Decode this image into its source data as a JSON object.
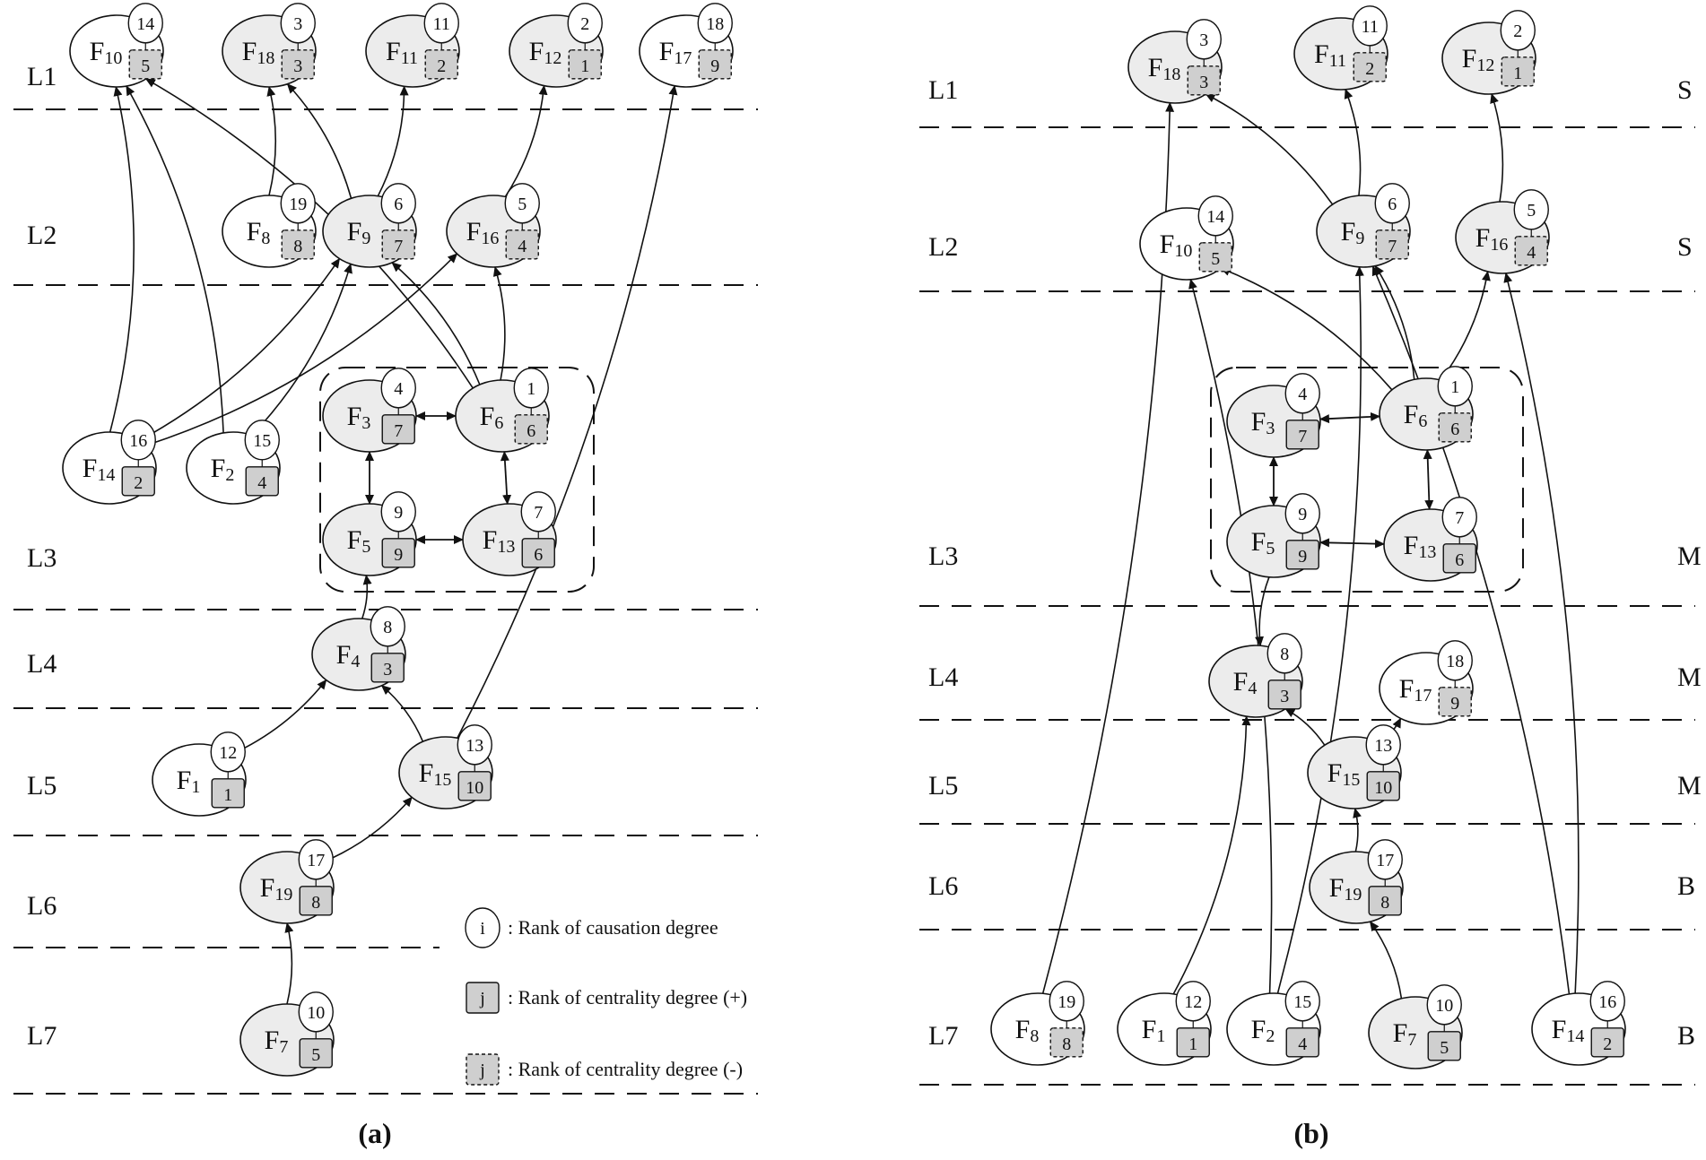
{
  "panels": [
    {
      "id": "a",
      "caption": "(a)",
      "levels": [
        "L1",
        "L2",
        "L3",
        "L4",
        "L5",
        "L6",
        "L7"
      ],
      "classes": [],
      "nodes": [
        {
          "id": "F10",
          "label": "F",
          "sub": "10",
          "causation": "14",
          "centrality": "5",
          "sign": "-",
          "shade": "white"
        },
        {
          "id": "F18",
          "label": "F",
          "sub": "18",
          "causation": "3",
          "centrality": "3",
          "sign": "-",
          "shade": "gray"
        },
        {
          "id": "F11",
          "label": "F",
          "sub": "11",
          "causation": "11",
          "centrality": "2",
          "sign": "-",
          "shade": "gray"
        },
        {
          "id": "F12",
          "label": "F",
          "sub": "12",
          "causation": "2",
          "centrality": "1",
          "sign": "-",
          "shade": "gray"
        },
        {
          "id": "F17",
          "label": "F",
          "sub": "17",
          "causation": "18",
          "centrality": "9",
          "sign": "-",
          "shade": "white"
        },
        {
          "id": "F8",
          "label": "F",
          "sub": "8",
          "causation": "19",
          "centrality": "8",
          "sign": "-",
          "shade": "white"
        },
        {
          "id": "F9",
          "label": "F",
          "sub": "9",
          "causation": "6",
          "centrality": "7",
          "sign": "-",
          "shade": "gray"
        },
        {
          "id": "F16",
          "label": "F",
          "sub": "16",
          "causation": "5",
          "centrality": "4",
          "sign": "-",
          "shade": "gray"
        },
        {
          "id": "F3",
          "label": "F",
          "sub": "3",
          "causation": "4",
          "centrality": "7",
          "sign": "+",
          "shade": "gray"
        },
        {
          "id": "F6",
          "label": "F",
          "sub": "6",
          "causation": "1",
          "centrality": "6",
          "sign": "-",
          "shade": "gray"
        },
        {
          "id": "F14",
          "label": "F",
          "sub": "14",
          "causation": "16",
          "centrality": "2",
          "sign": "+",
          "shade": "white"
        },
        {
          "id": "F2",
          "label": "F",
          "sub": "2",
          "causation": "15",
          "centrality": "4",
          "sign": "+",
          "shade": "white"
        },
        {
          "id": "F5",
          "label": "F",
          "sub": "5",
          "causation": "9",
          "centrality": "9",
          "sign": "+",
          "shade": "gray"
        },
        {
          "id": "F13",
          "label": "F",
          "sub": "13",
          "causation": "7",
          "centrality": "6",
          "sign": "+",
          "shade": "gray"
        },
        {
          "id": "F4",
          "label": "F",
          "sub": "4",
          "causation": "8",
          "centrality": "3",
          "sign": "+",
          "shade": "gray"
        },
        {
          "id": "F1",
          "label": "F",
          "sub": "1",
          "causation": "12",
          "centrality": "1",
          "sign": "+",
          "shade": "white"
        },
        {
          "id": "F15",
          "label": "F",
          "sub": "15",
          "causation": "13",
          "centrality": "10",
          "sign": "+",
          "shade": "gray"
        },
        {
          "id": "F19",
          "label": "F",
          "sub": "19",
          "causation": "17",
          "centrality": "8",
          "sign": "+",
          "shade": "gray"
        },
        {
          "id": "F7",
          "label": "F",
          "sub": "7",
          "causation": "10",
          "centrality": "5",
          "sign": "+",
          "shade": "gray"
        }
      ]
    },
    {
      "id": "b",
      "caption": "(b)",
      "levels": [
        "L1",
        "L2",
        "L3",
        "L4",
        "L5",
        "L6",
        "L7"
      ],
      "classes": [
        "S",
        "S",
        "M",
        "M",
        "M",
        "B",
        "B"
      ],
      "nodes": [
        {
          "id": "F18",
          "label": "F",
          "sub": "18",
          "causation": "3",
          "centrality": "3",
          "sign": "-",
          "shade": "gray"
        },
        {
          "id": "F11",
          "label": "F",
          "sub": "11",
          "causation": "11",
          "centrality": "2",
          "sign": "-",
          "shade": "gray"
        },
        {
          "id": "F12",
          "label": "F",
          "sub": "12",
          "causation": "2",
          "centrality": "1",
          "sign": "-",
          "shade": "gray"
        },
        {
          "id": "F10",
          "label": "F",
          "sub": "10",
          "causation": "14",
          "centrality": "5",
          "sign": "-",
          "shade": "white"
        },
        {
          "id": "F9",
          "label": "F",
          "sub": "9",
          "causation": "6",
          "centrality": "7",
          "sign": "-",
          "shade": "gray"
        },
        {
          "id": "F16",
          "label": "F",
          "sub": "16",
          "causation": "5",
          "centrality": "4",
          "sign": "-",
          "shade": "gray"
        },
        {
          "id": "F3",
          "label": "F",
          "sub": "3",
          "causation": "4",
          "centrality": "7",
          "sign": "+",
          "shade": "gray"
        },
        {
          "id": "F6",
          "label": "F",
          "sub": "6",
          "causation": "1",
          "centrality": "6",
          "sign": "-",
          "shade": "gray"
        },
        {
          "id": "F5",
          "label": "F",
          "sub": "5",
          "causation": "9",
          "centrality": "9",
          "sign": "+",
          "shade": "gray"
        },
        {
          "id": "F13",
          "label": "F",
          "sub": "13",
          "causation": "7",
          "centrality": "6",
          "sign": "+",
          "shade": "gray"
        },
        {
          "id": "F4",
          "label": "F",
          "sub": "4",
          "causation": "8",
          "centrality": "3",
          "sign": "+",
          "shade": "gray"
        },
        {
          "id": "F17",
          "label": "F",
          "sub": "17",
          "causation": "18",
          "centrality": "9",
          "sign": "-",
          "shade": "white"
        },
        {
          "id": "F15",
          "label": "F",
          "sub": "15",
          "causation": "13",
          "centrality": "10",
          "sign": "+",
          "shade": "gray"
        },
        {
          "id": "F19",
          "label": "F",
          "sub": "19",
          "causation": "17",
          "centrality": "8",
          "sign": "+",
          "shade": "gray"
        },
        {
          "id": "F8",
          "label": "F",
          "sub": "8",
          "causation": "19",
          "centrality": "8",
          "sign": "-",
          "shade": "white"
        },
        {
          "id": "F1",
          "label": "F",
          "sub": "1",
          "causation": "12",
          "centrality": "1",
          "sign": "+",
          "shade": "white"
        },
        {
          "id": "F2",
          "label": "F",
          "sub": "2",
          "causation": "15",
          "centrality": "4",
          "sign": "+",
          "shade": "white"
        },
        {
          "id": "F7",
          "label": "F",
          "sub": "7",
          "causation": "10",
          "centrality": "5",
          "sign": "+",
          "shade": "gray"
        },
        {
          "id": "F14",
          "label": "F",
          "sub": "14",
          "causation": "16",
          "centrality": "2",
          "sign": "+",
          "shade": "white"
        }
      ]
    }
  ],
  "legend": {
    "causation_symbol": "i",
    "causation_text": ": Rank of causation degree",
    "centrality_pos_symbol": "j",
    "centrality_pos_text": ": Rank of centrality degree (+)",
    "centrality_neg_symbol": "j",
    "centrality_neg_text": ": Rank of centrality degree (-)"
  },
  "colors": {
    "node_gray": "#ececec",
    "box_gray": "#cfcfcf",
    "line": "#111111"
  }
}
